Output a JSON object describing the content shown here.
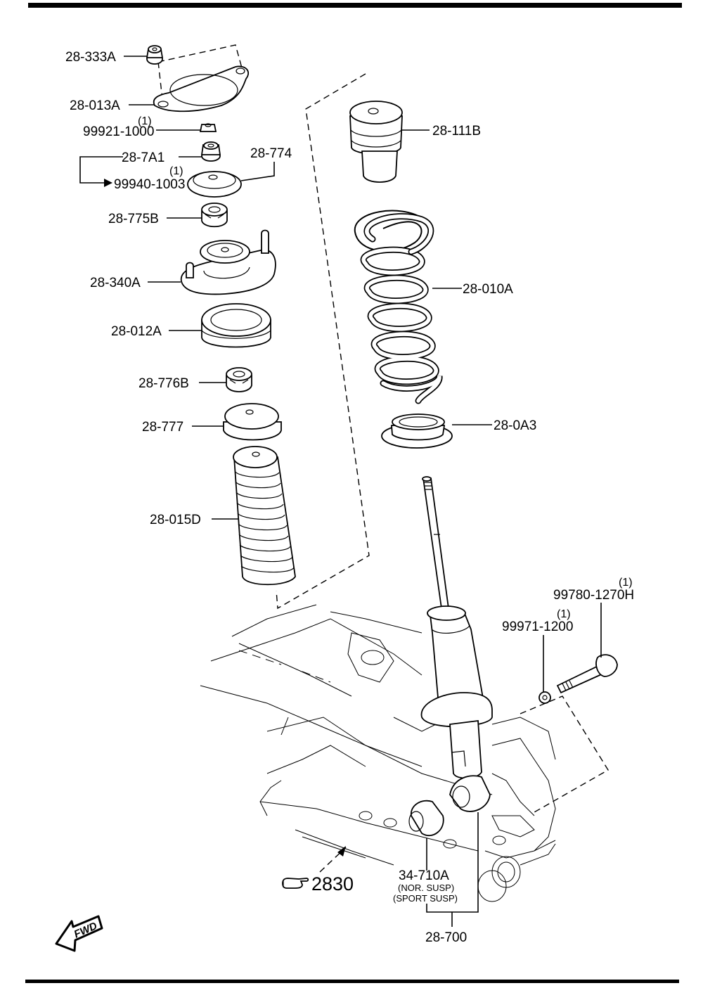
{
  "diagram": {
    "type": "exploded parts diagram",
    "subject": "Front suspension strut assembly",
    "parts": [
      {
        "id": "28-333A",
        "label": "28-333A"
      },
      {
        "id": "28-013A",
        "label": "28-013A"
      },
      {
        "id": "99921-1000",
        "label": "99921-1000",
        "qty": "(1)"
      },
      {
        "id": "28-7A1",
        "label": "28-7A1"
      },
      {
        "id": "99940-1003",
        "label": "99940-1003",
        "qty": "(1)"
      },
      {
        "id": "28-774",
        "label": "28-774"
      },
      {
        "id": "28-775B",
        "label": "28-775B"
      },
      {
        "id": "28-340A",
        "label": "28-340A"
      },
      {
        "id": "28-012A",
        "label": "28-012A"
      },
      {
        "id": "28-776B",
        "label": "28-776B"
      },
      {
        "id": "28-777",
        "label": "28-777"
      },
      {
        "id": "28-015D",
        "label": "28-015D"
      },
      {
        "id": "28-111B",
        "label": "28-111B"
      },
      {
        "id": "28-010A",
        "label": "28-010A"
      },
      {
        "id": "28-0A3",
        "label": "28-0A3"
      },
      {
        "id": "99780-1270H",
        "label": "99780-1270H",
        "qty": "(1)"
      },
      {
        "id": "99971-1200",
        "label": "99971-1200",
        "qty": "(1)"
      },
      {
        "id": "34-710A",
        "label": "34-710A",
        "notes": [
          "(NOR. SUSP)",
          "(SPORT SUSP)"
        ]
      },
      {
        "id": "28-700",
        "label": "28-700"
      }
    ],
    "reference": {
      "icon": "pointing-hand-icon",
      "label": "2830"
    },
    "direction": {
      "icon": "fwd-arrow-icon",
      "label": "FWD"
    }
  }
}
